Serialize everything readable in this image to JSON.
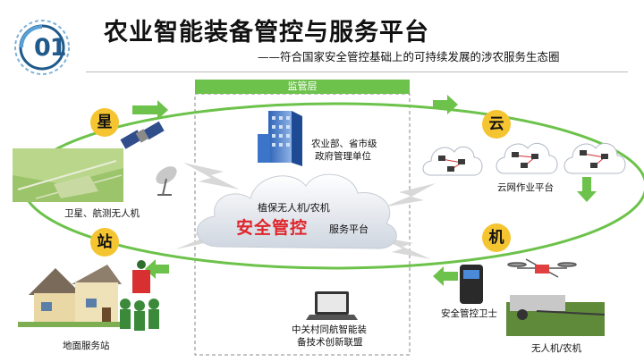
{
  "header": {
    "badge_number": "01",
    "title": "农业智能装备管控与服务平台",
    "subtitle": "——符合国家安全管控基础上的可持续发展的涉农服务生态圈"
  },
  "supervision_tab": "监管层",
  "nodes": {
    "satellite": "星",
    "cloud": "云",
    "station": "站",
    "machine": "机"
  },
  "labels": {
    "ministry_line1": "农业部、省市级",
    "ministry_line2": "政府管理单位",
    "satellite_drone": "卫星、航测无人机",
    "cloud_platform": "云网作业平台",
    "ground_station": "地面服务站",
    "safety_guard": "安全管控卫士",
    "alliance_line1": "中关村同航智能装",
    "alliance_line2": "备技术创新联盟",
    "drone_tractor": "无人机/农机"
  },
  "center_cloud": {
    "line1": "植保无人机/农机",
    "main": "安全管控",
    "suffix": "服务平台"
  },
  "colors": {
    "accent_green": "#6cc24a",
    "badge_blue": "#1f5a8a",
    "highlight_red": "#e0242b",
    "node_yellow": "#f4c431"
  }
}
